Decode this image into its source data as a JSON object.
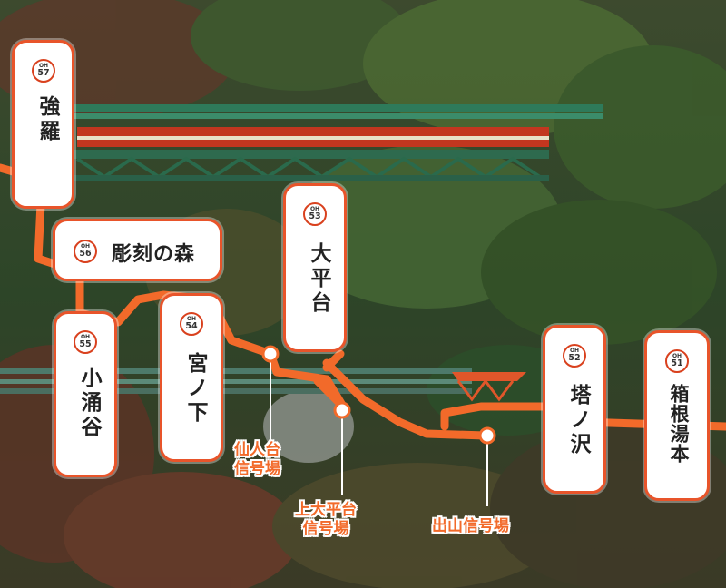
{
  "colors": {
    "line": "#f26a2a",
    "border": "#e8542a",
    "forest": "#2f4a2a"
  },
  "stations": [
    {
      "code_line": "OH",
      "code_num": "57",
      "name": "強羅"
    },
    {
      "code_line": "OH",
      "code_num": "56",
      "name": "彫刻の森"
    },
    {
      "code_line": "OH",
      "code_num": "55",
      "name": "小涌谷"
    },
    {
      "code_line": "OH",
      "code_num": "54",
      "name": "宮ノ下"
    },
    {
      "code_line": "OH",
      "code_num": "53",
      "name": "大平台"
    },
    {
      "code_line": "OH",
      "code_num": "52",
      "name": "塔ノ沢"
    },
    {
      "code_line": "OH",
      "code_num": "51",
      "name": "箱根湯本"
    }
  ],
  "signals": [
    {
      "line1": "仙人台",
      "line2": "信号場"
    },
    {
      "line1": "上大平台",
      "line2": "信号場"
    },
    {
      "line1": "出山信号場",
      "line2": ""
    }
  ]
}
